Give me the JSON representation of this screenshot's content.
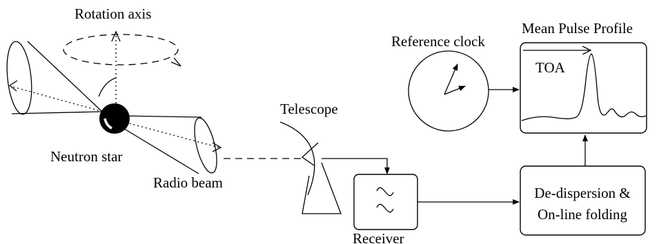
{
  "labels": {
    "rotation_axis": "Rotation axis",
    "neutron_star": "Neutron star",
    "radio_beam": "Radio beam",
    "telescope": "Telescope",
    "receiver": "Receiver",
    "reference_clock": "Reference clock",
    "mean_pulse_profile": "Mean Pulse Profile",
    "toa": "TOA",
    "dedispersion_line1": "De-dispersion &",
    "dedispersion_line2": "On-line folding"
  }
}
